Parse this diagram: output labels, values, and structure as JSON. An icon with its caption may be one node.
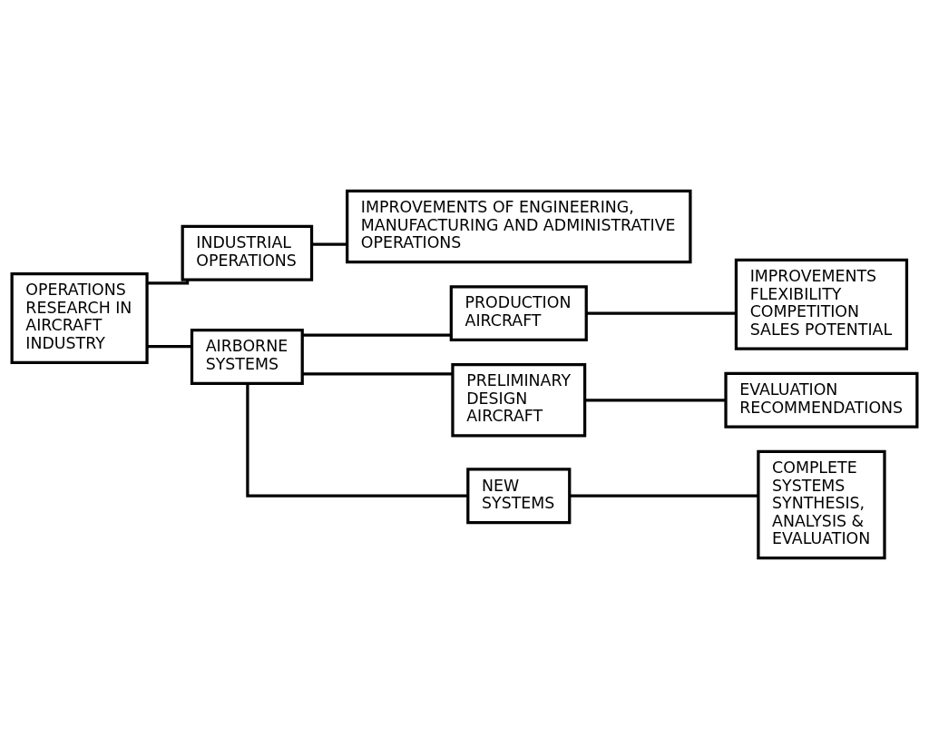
{
  "diagram": {
    "nodes": [
      {
        "text": [
          "OPERATIONS RESEARCH IN AIRCRAFT INDUSTRY"
        ]
      },
      {
        "text": [
          "INDUSTRIAL OPERATIONS"
        ]
      },
      {
        "text": [
          "IMPROVEMENTS OF ENGINEERING, MANUFACTURING AND ADMINISTRATIVE OPERATIONS"
        ]
      },
      {
        "text": [
          "AIRBORNE SYSTEMS"
        ]
      },
      {
        "text": [
          "PRODUCTION AIRCRAFT"
        ]
      },
      {
        "text": [
          "IMPROVEMENTS",
          "FLEXIBILITY",
          "COMPETITION",
          "SALES POTENTIAL"
        ]
      },
      {
        "text": [
          "PRELIMINARY DESIGN AIRCRAFT"
        ]
      },
      {
        "text": [
          "EVALUATION",
          "RECOMMENDATIONS"
        ]
      },
      {
        "text": [
          "NEW SYSTEMS"
        ]
      },
      {
        "text": [
          "COMPLETE SYSTEMS SYNTHESIS, ANALYSIS & EVALUATION"
        ]
      }
    ],
    "edges": [
      {
        "from": 0,
        "to": 1,
        "arrow": "none"
      },
      {
        "from": 1,
        "to": 2,
        "arrow": "none"
      },
      {
        "from": 0,
        "to": 3,
        "arrow": "none"
      },
      {
        "from": 3,
        "to": 4,
        "arrow": "none"
      },
      {
        "from": 4,
        "to": 5,
        "arrow": "none"
      },
      {
        "from": 3,
        "to": 6,
        "arrow": "none"
      },
      {
        "from": 6,
        "to": 7,
        "arrow": "none"
      },
      {
        "from": 3,
        "to": 8,
        "arrow": "none"
      },
      {
        "from": 8,
        "to": 9,
        "arrow": "none"
      }
    ]
  }
}
